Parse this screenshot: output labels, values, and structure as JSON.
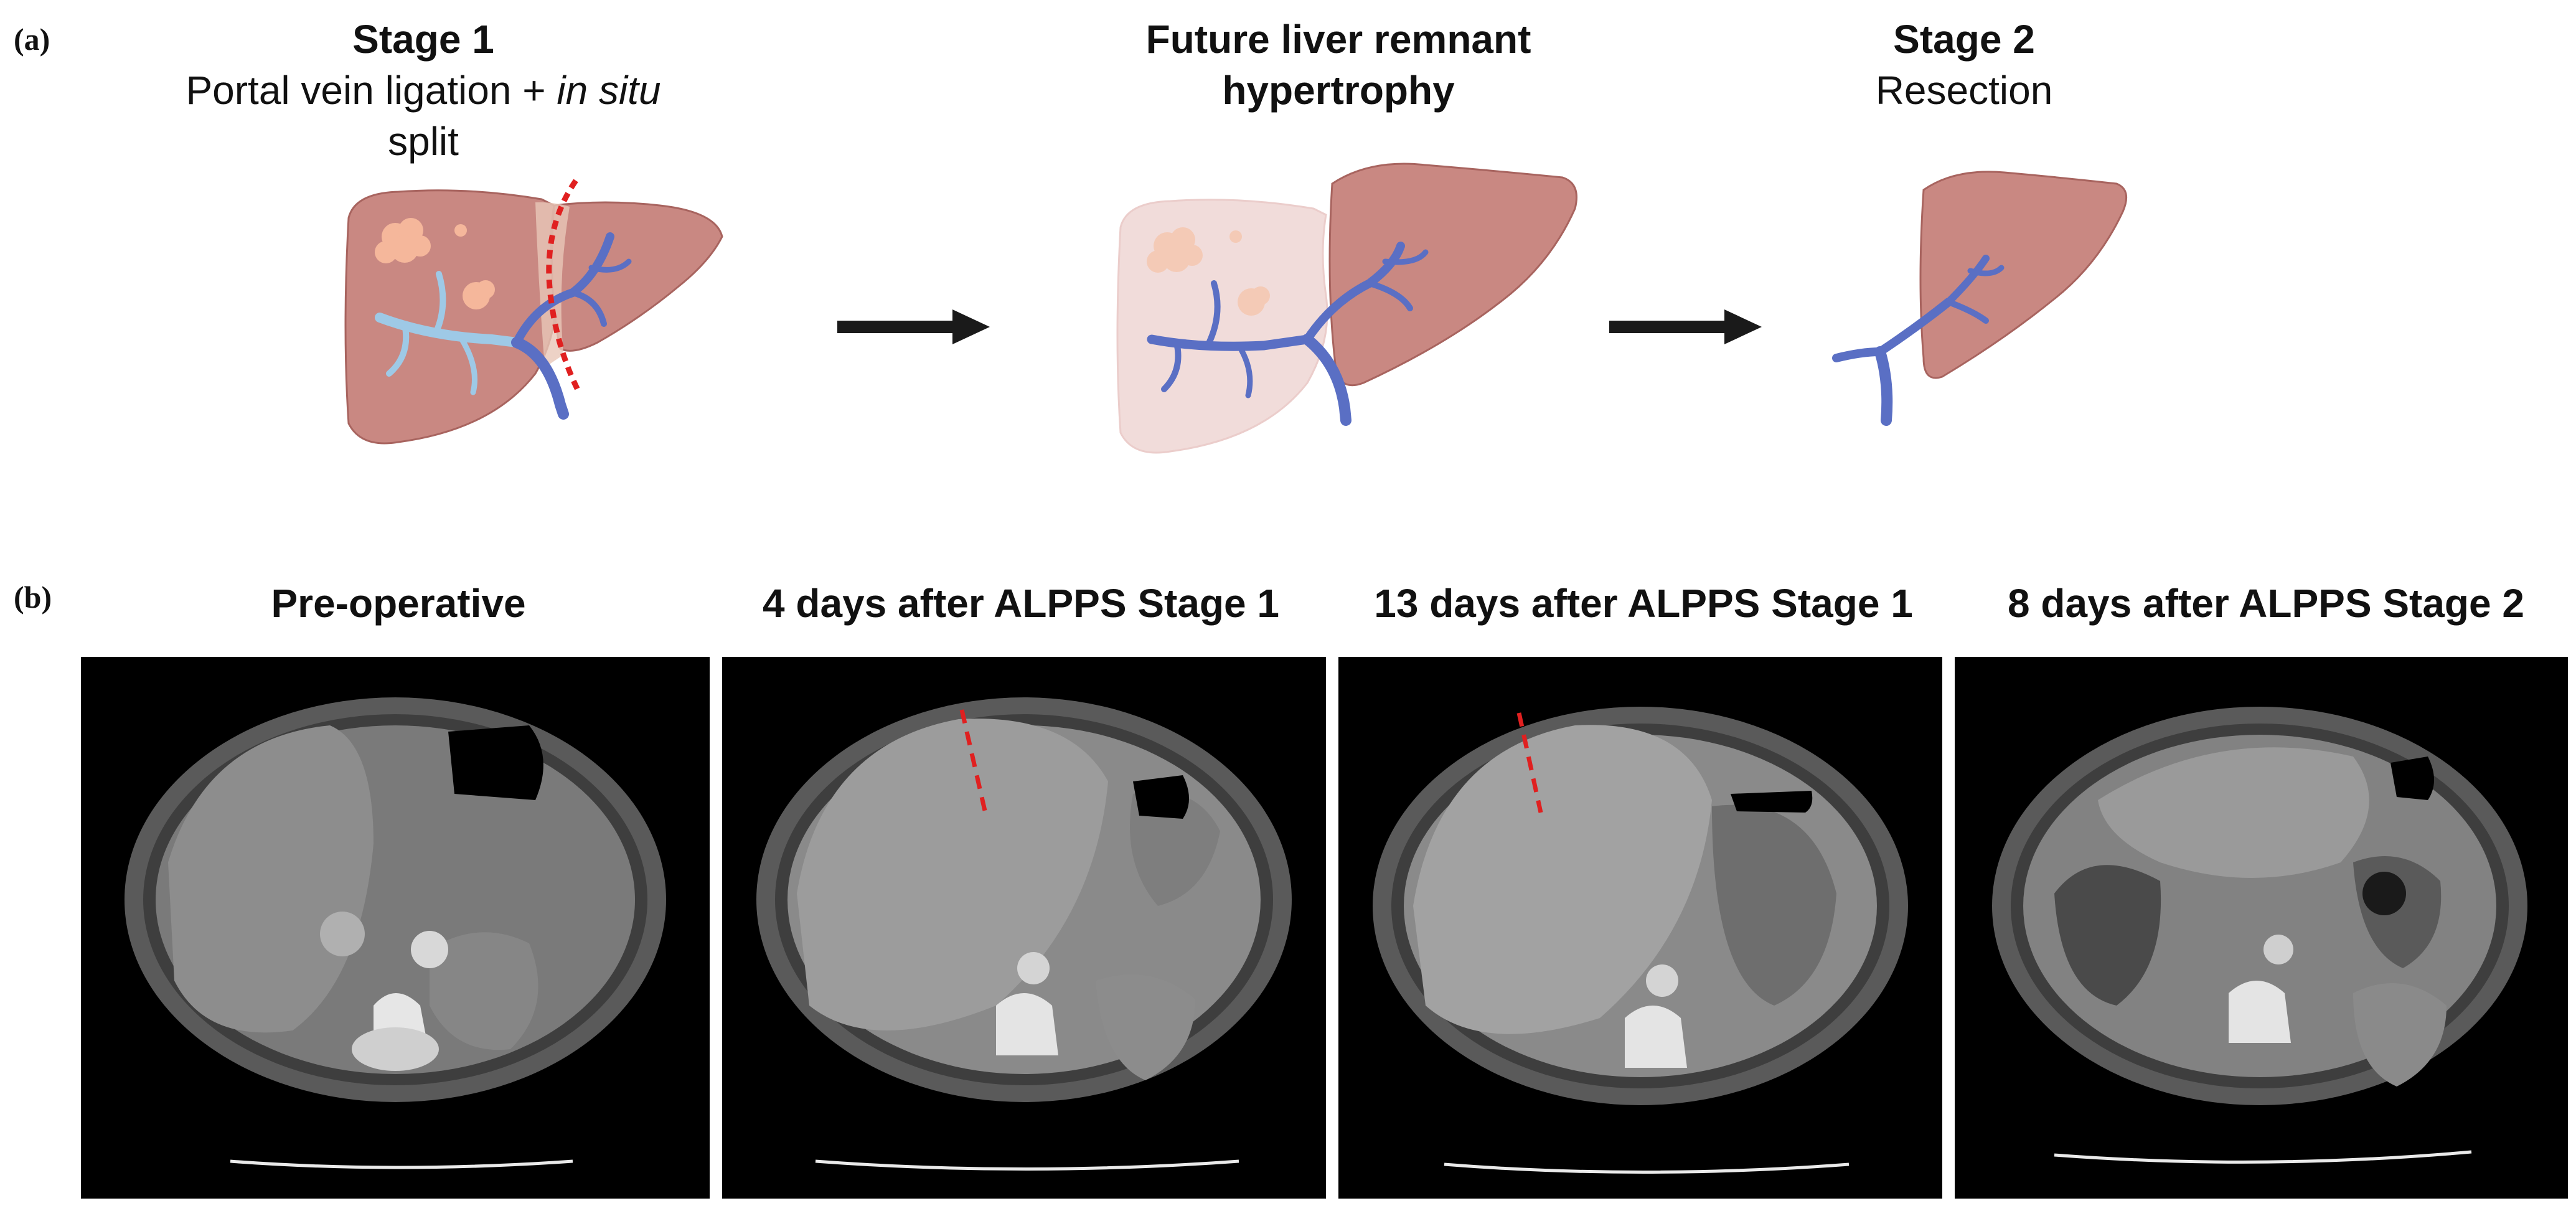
{
  "panel_a": {
    "label": "(a)",
    "stage1": {
      "title": "Stage 1",
      "subtitle_before": "Portal vein ligation + ",
      "subtitle_italic": "in situ",
      "subtitle_after": " split"
    },
    "hypertrophy": {
      "title_line1": "Future liver remnant",
      "title_line2": "hypertrophy"
    },
    "stage2": {
      "title": "Stage 2",
      "subtitle": "Resection"
    }
  },
  "panel_b": {
    "label": "(b)",
    "scans": [
      {
        "title": "Pre-operative"
      },
      {
        "title": "4 days after ALPPS Stage 1"
      },
      {
        "title": "13 days after ALPPS Stage 1"
      },
      {
        "title": "8 days after ALPPS Stage 2"
      }
    ]
  },
  "colors": {
    "liver": "#c98882",
    "liver_outline": "#a8645f",
    "liver_faded": "#f1dcda",
    "portal_vein": "#5a6fc4",
    "portal_vein_faded": "#9ec9e6",
    "tumor": "#f5b79b",
    "gallbladder": "#8fcfa4",
    "split_line": "#e02020",
    "arrow": "#1a1a1a"
  },
  "icons": [
    "liver-illustration",
    "portal-vein",
    "tumor",
    "gallbladder",
    "split-line",
    "right-arrow",
    "ct-scan"
  ]
}
